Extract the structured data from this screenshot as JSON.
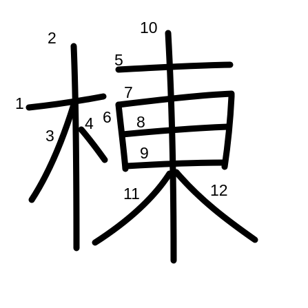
{
  "character": "棟",
  "stroke_numbers": [
    "1",
    "2",
    "3",
    "4",
    "5",
    "6",
    "7",
    "8",
    "9",
    "10",
    "11",
    "12"
  ]
}
